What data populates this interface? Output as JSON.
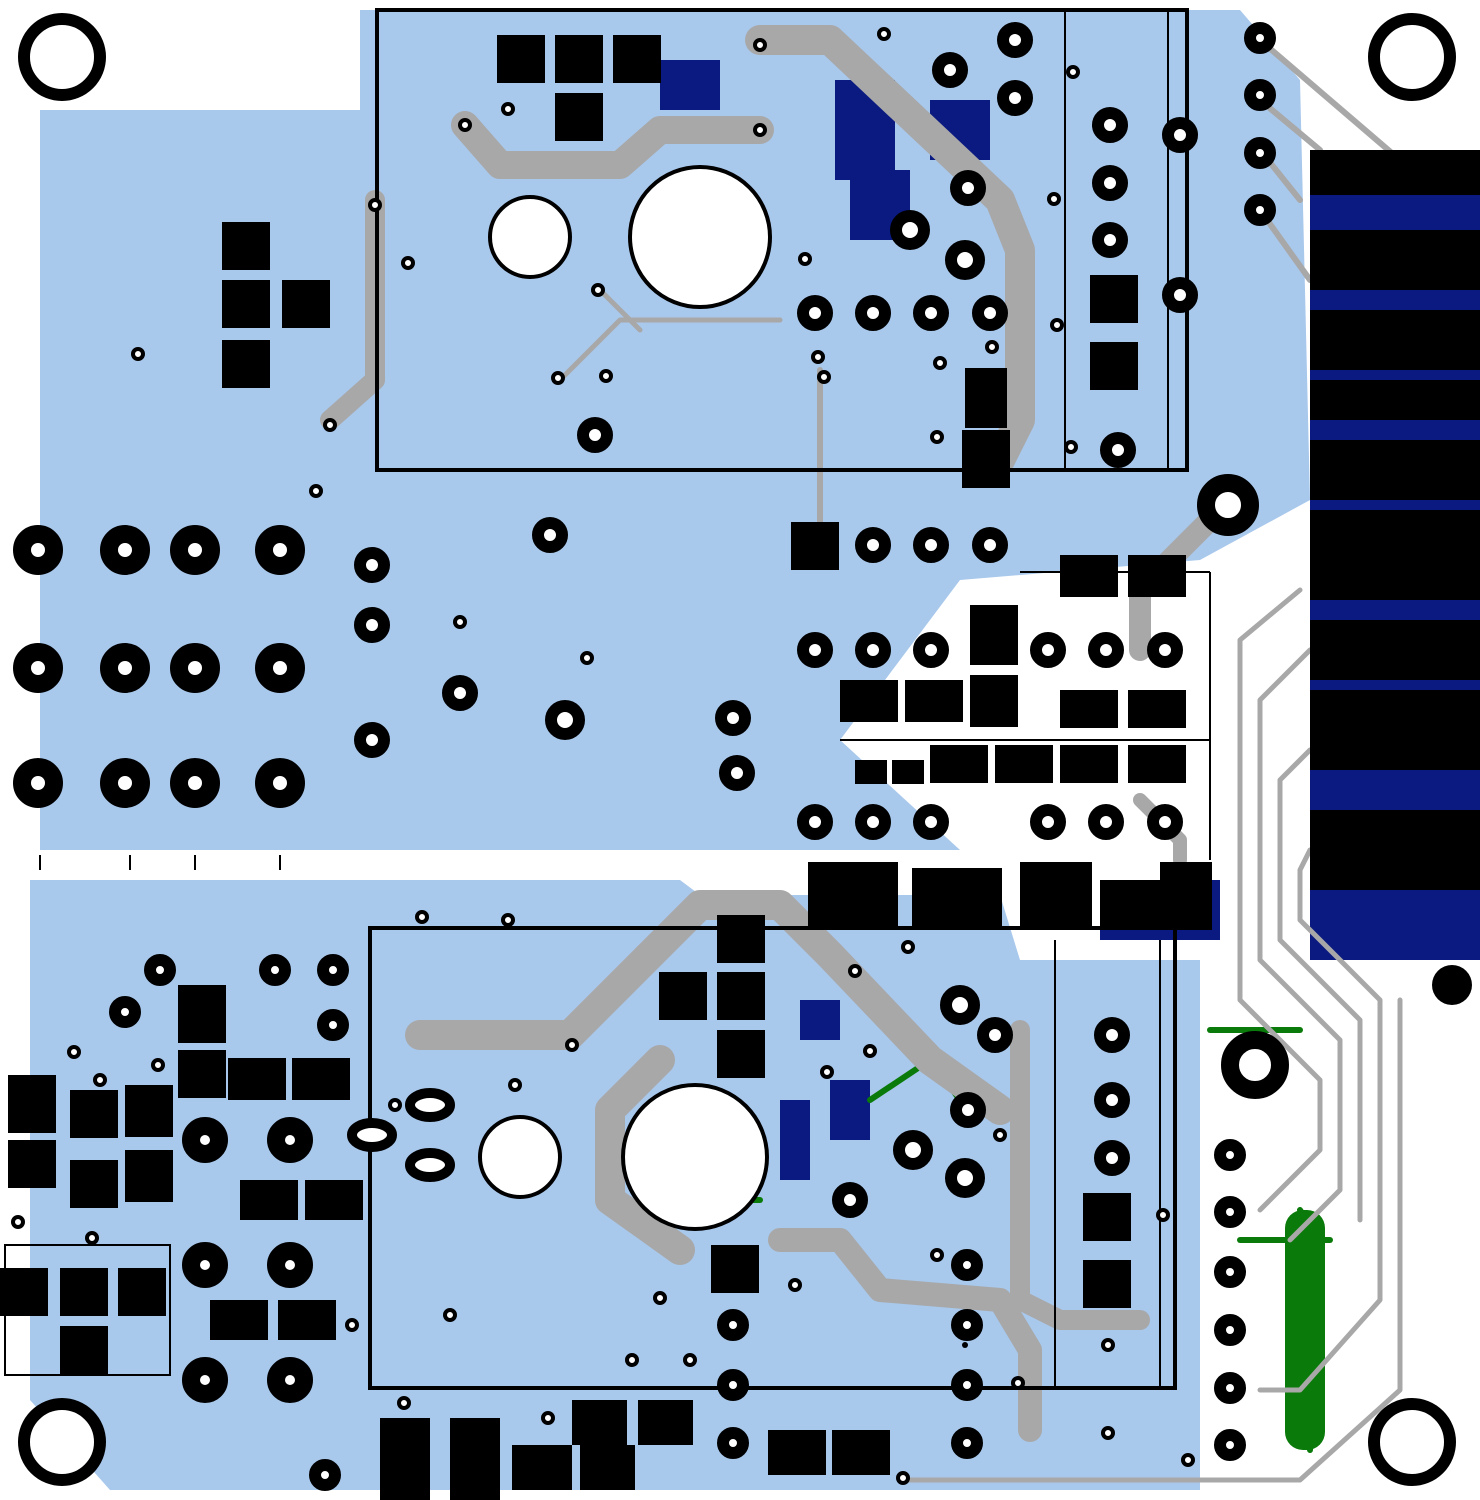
{
  "board": {
    "colors": {
      "background": "#ffffff",
      "copper_pour": "#a8c8ec",
      "top_copper": "#0a7a0a",
      "bottom_copper": "#0a1a80",
      "trace": "#a8a8a8",
      "pad": "#000000",
      "outline": "#000000"
    },
    "layers": [
      "copper-pour",
      "bottom-copper",
      "top-copper",
      "traces",
      "pads",
      "silkscreen",
      "mounting-holes"
    ],
    "components": {
      "mounting_holes": 4,
      "connector_header": 1,
      "module_outlines": 2,
      "large_capacitors": 2
    }
  }
}
